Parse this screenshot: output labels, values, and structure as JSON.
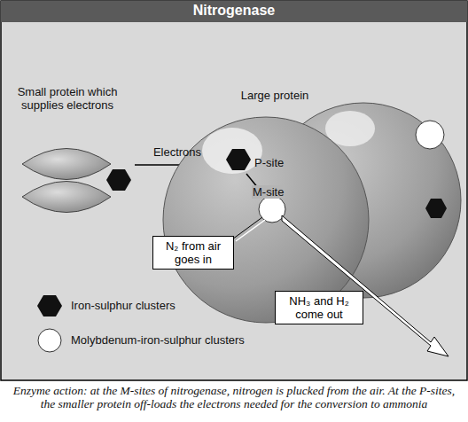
{
  "diagram": {
    "title": "Nitrogenase",
    "caption": "Enzyme action: at the M-sites of nitrogenase, nitrogen is plucked from the air. At the P-sites, the smaller protein off-loads the electrons needed for the conversion to ammonia",
    "nodes": [
      {
        "text": [
          "N₂ from air goes in"
        ]
      },
      {
        "text": [
          "NH₃ and H₂ come out"
        ]
      }
    ],
    "labels": [
      "Small protein which supplies electrons",
      "Large protein",
      "Electrons",
      "P-site",
      "M-site"
    ],
    "legend": [
      {
        "text": "Iron-sulphur clusters"
      },
      {
        "text": "Molybdenum-iron-sulphur clusters"
      }
    ]
  }
}
